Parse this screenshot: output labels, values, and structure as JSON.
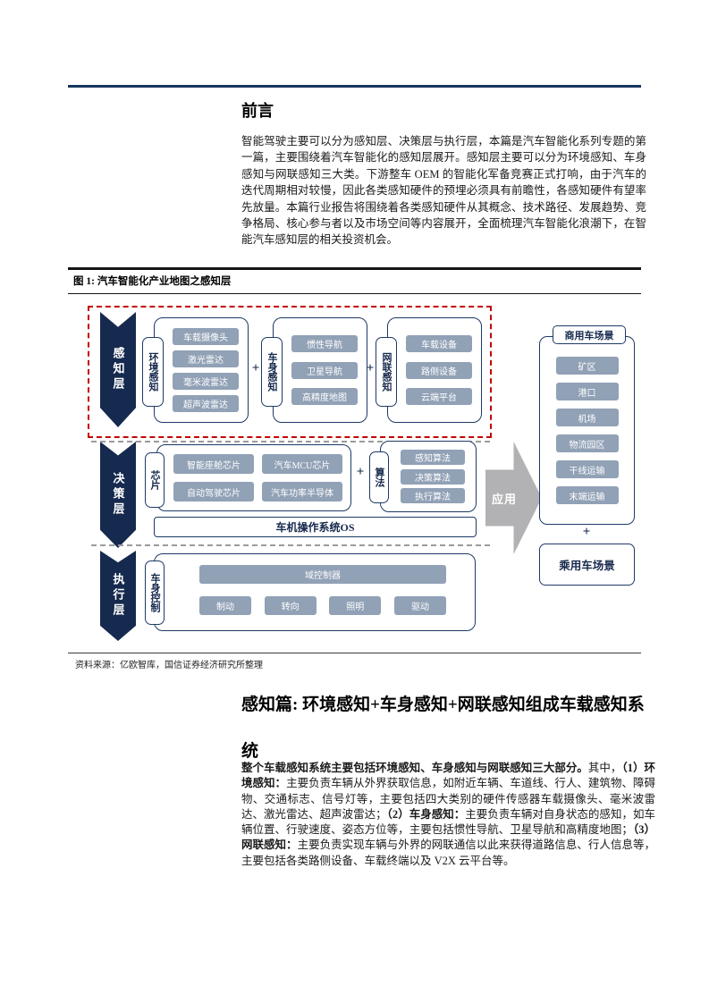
{
  "preface": {
    "title": "前言",
    "text": "智能驾驶主要可以分为感知层、决策层与执行层，本篇是汽车智能化系列专题的第一篇，主要围绕着汽车智能化的感知层展开。感知层主要可以分为环境感知、车身感知与网联感知三大类。下游整车 OEM 的智能化军备竞赛正式打响，由于汽车的迭代周期相对较慢，因此各类感知硬件的预埋必须具有前瞻性，各感知硬件有望率先放量。本篇行业报告将围绕着各类感知硬件从其概念、技术路径、发展趋势、竞争格局、核心参与者以及市场空间等内容展开，全面梳理汽车智能化浪潮下，在智能汽车感知层的相关投资机会。"
  },
  "figure": {
    "caption": "图 1: 汽车智能化产业地图之感知层",
    "source": "资料来源：亿欧智库，国信证券经济研究所整理"
  },
  "diagram": {
    "plus": "+",
    "layers": {
      "perception": "感知层",
      "decision": "决策层",
      "execution": "执行层"
    },
    "env": {
      "label": "环境感知",
      "items": [
        "车载摄像头",
        "激光雷达",
        "毫米波雷达",
        "超声波雷达"
      ]
    },
    "body": {
      "label": "车身感知",
      "items": [
        "惯性导航",
        "卫星导航",
        "高精度地图"
      ]
    },
    "net": {
      "label": "网联感知",
      "items": [
        "车载设备",
        "路侧设备",
        "云端平台"
      ]
    },
    "chip": {
      "label": "芯片",
      "items": [
        "智能座舱芯片",
        "汽车MCU芯片",
        "自动驾驶芯片",
        "汽车功率半导体"
      ]
    },
    "algo": {
      "label": "算法",
      "items": [
        "感知算法",
        "决策算法",
        "执行算法"
      ]
    },
    "os_bar": "车机操作系统OS",
    "exec": {
      "label": "车身控制",
      "controller": "域控制器",
      "items": [
        "制动",
        "转向",
        "照明",
        "驱动"
      ]
    },
    "app_arrow": "应用",
    "commercial": {
      "title": "商用车场景",
      "items": [
        "矿区",
        "港口",
        "机场",
        "物流园区",
        "干线运输",
        "末端运输"
      ]
    },
    "passenger": "乘用车场景"
  },
  "section": {
    "title": "感知篇: 环境感知+车身感知+网联感知组成车载感知系统",
    "paragraph_segments": [
      {
        "text": "整个车载感知系统主要包括环境感知、车身感知与网联感知三大部分。",
        "bold": true
      },
      {
        "text": "其中，",
        "bold": false
      },
      {
        "text": "（1）环境感知：",
        "bold": true
      },
      {
        "text": "主要负责车辆从外界获取信息，如附近车辆、车道线、行人、建筑物、障碍物、交通标志、信号灯等，主要包括四大类别的硬件传感器车载摄像头、毫米波雷达、激光雷达、超声波雷达；",
        "bold": false
      },
      {
        "text": "（2）车身感知：",
        "bold": true
      },
      {
        "text": "主要负责车辆对自身状态的感知，如车辆位置、行驶速度、姿态方位等，主要包括惯性导航、卫星导航和高精度地图；",
        "bold": false
      },
      {
        "text": "（3）网联感知：",
        "bold": true
      },
      {
        "text": "主要负责实现车辆与外界的网联通信以此来获得道路信息、行人信息等，主要包括各类路侧设备、车载终端以及 V2X 云平台等。",
        "bold": false
      }
    ]
  },
  "colors": {
    "navy": "#16294e",
    "container_border": "#1e3a66",
    "item_box": "#91a1b6",
    "highlight_red": "#c40000",
    "application_arrow": "#b2b2b5",
    "top_rule": "#17365d"
  }
}
